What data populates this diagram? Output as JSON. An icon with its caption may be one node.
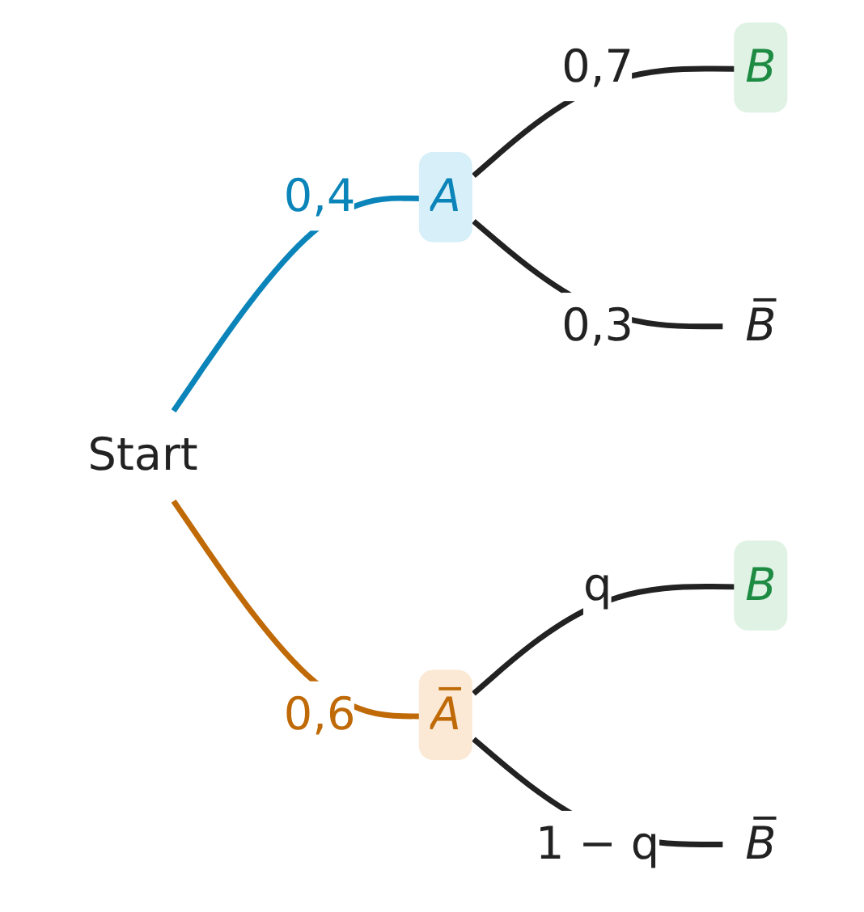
{
  "diagram": {
    "nodes": [
      {
        "text": [
          "Start"
        ]
      },
      {
        "text": [
          "A"
        ]
      },
      {
        "text": [
          "A̅"
        ]
      },
      {
        "text": [
          "B"
        ]
      },
      {
        "text": [
          "B̅"
        ]
      },
      {
        "text": [
          "B"
        ]
      },
      {
        "text": [
          "B̅"
        ]
      }
    ],
    "edges": [
      {
        "from": 0,
        "to": 1,
        "arrow": "none",
        "label": "0,4",
        "color": "#0a84b9"
      },
      {
        "from": 0,
        "to": 2,
        "arrow": "none",
        "label": "0,6",
        "color": "#bf6a07"
      },
      {
        "from": 1,
        "to": 3,
        "arrow": "none",
        "label": "0,7"
      },
      {
        "from": 1,
        "to": 4,
        "arrow": "none",
        "label": "0,3"
      },
      {
        "from": 2,
        "to": 5,
        "arrow": "none",
        "label": "q"
      },
      {
        "from": 2,
        "to": 6,
        "arrow": "none",
        "label": "1 − q"
      }
    ]
  }
}
